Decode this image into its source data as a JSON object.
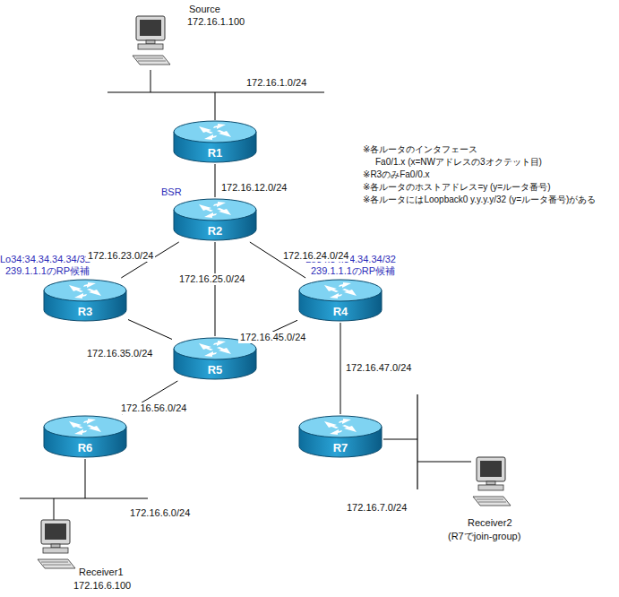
{
  "diagram": {
    "nodes": [
      {
        "text": [
          "R1"
        ]
      },
      {
        "text": [
          "R2"
        ]
      },
      {
        "text": [
          "R3"
        ]
      },
      {
        "text": [
          "R4"
        ]
      },
      {
        "text": [
          "R5"
        ]
      },
      {
        "text": [
          "R6"
        ]
      },
      {
        "text": [
          "R7"
        ]
      }
    ],
    "edges": [
      {
        "from": 0,
        "to": 1,
        "arrow": "none",
        "label": "172.16.12.0/24"
      },
      {
        "from": 1,
        "to": 2,
        "arrow": "none",
        "label": "172.16.23.0/24"
      },
      {
        "from": 1,
        "to": 3,
        "arrow": "none",
        "label": "172.16.24.0/24"
      },
      {
        "from": 1,
        "to": 4,
        "arrow": "none",
        "label": "172.16.25.0/24"
      },
      {
        "from": 2,
        "to": 4,
        "arrow": "none",
        "label": "172.16.35.0/24"
      },
      {
        "from": 3,
        "to": 4,
        "arrow": "none",
        "label": "172.16.45.0/24"
      },
      {
        "from": 4,
        "to": 5,
        "arrow": "none",
        "label": "172.16.56.0/24"
      },
      {
        "from": 3,
        "to": 6,
        "arrow": "none",
        "label": "172.16.47.0/24"
      }
    ],
    "labels": [
      "Source",
      "172.16.1.100",
      "172.16.1.0/24",
      "BSR",
      "Lo34:34.34.34.34/32",
      "239.1.1.1のRP候補",
      "Lo34:34.34.34.34/32",
      "239.1.1.1のRP候補",
      "※各ルータのインタフェース",
      "Fa0/1.x (x=NWアドレスの3オクテット目)",
      "※R3のみFa0/0.x",
      "※各ルータのホストアドレス=y (y=ルータ番号)",
      "※各ルータにはLoopback0 y.y.y.y/32 (y=ルータ番号)がある",
      "172.16.6.0/24",
      "Receiver1",
      "172.16.6.100",
      "172.16.7.0/24",
      "Receiver2",
      "(R7でjoin-group)"
    ]
  }
}
